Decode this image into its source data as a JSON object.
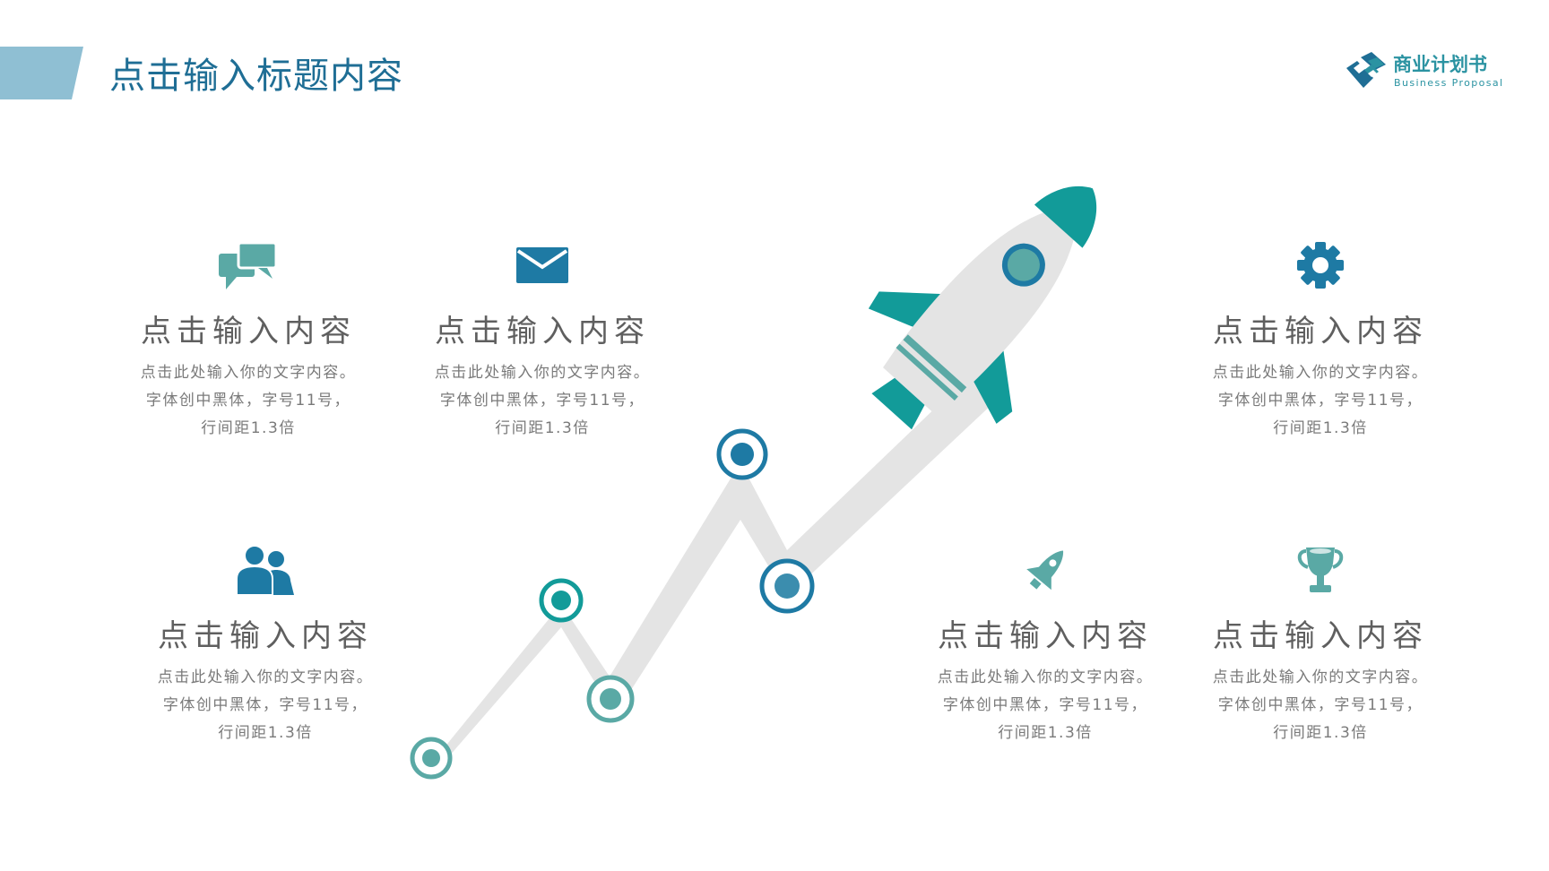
{
  "header": {
    "title": "点击输入标题内容",
    "logo": {
      "name": "商业计划书",
      "subtitle": "Business Proposal"
    }
  },
  "colors": {
    "title": "#1f6e95",
    "teal": "#129b99",
    "blue": "#1e7aa4",
    "soft_teal": "#5aa9a5",
    "accent_bar": "#8fbfd3",
    "trail": "#e4e4e4"
  },
  "features": [
    {
      "icon": "chat-bubbles-icon",
      "title": "点击输入内容",
      "desc": [
        "点击此处输入你的文字内容。",
        "字体创中黑体，字号11号，",
        "行间距1.3倍"
      ]
    },
    {
      "icon": "envelope-icon",
      "title": "点击输入内容",
      "desc": [
        "点击此处输入你的文字内容。",
        "字体创中黑体，字号11号，",
        "行间距1.3倍"
      ]
    },
    {
      "icon": "gear-icon",
      "title": "点击输入内容",
      "desc": [
        "点击此处输入你的文字内容。",
        "字体创中黑体，字号11号，",
        "行间距1.3倍"
      ]
    },
    {
      "icon": "users-icon",
      "title": "点击输入内容",
      "desc": [
        "点击此处输入你的文字内容。",
        "字体创中黑体，字号11号，",
        "行间距1.3倍"
      ]
    },
    {
      "icon": "rocket-icon",
      "title": "点击输入内容",
      "desc": [
        "点击此处输入你的文字内容。",
        "字体创中黑体，字号11号，",
        "行间距1.3倍"
      ]
    },
    {
      "icon": "trophy-icon",
      "title": "点击输入内容",
      "desc": [
        "点击此处输入你的文字内容。",
        "字体创中黑体，字号11号，",
        "行间距1.3倍"
      ]
    }
  ]
}
